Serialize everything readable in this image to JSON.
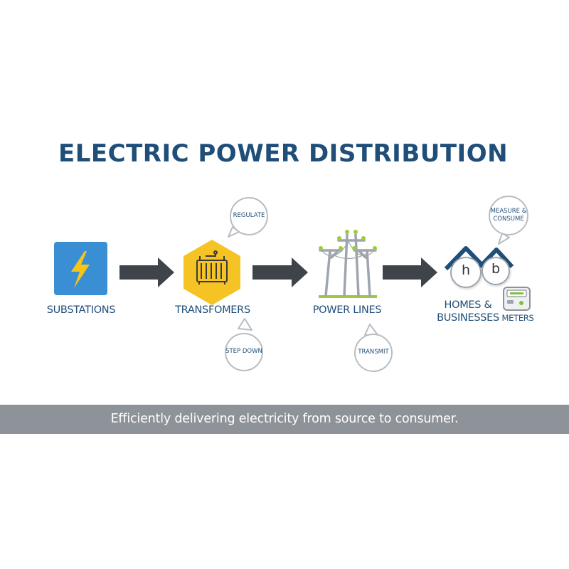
{
  "title": "ELECTRIC POWER DISTRIBUTION",
  "stages": {
    "substations": "SUBSTATIONS",
    "transformers": "TRANSFOMERS",
    "power_lines": "POWER LINES",
    "homes_line1": "HOMES &",
    "homes_line2": "BUSINESSES",
    "meters": "METERS"
  },
  "callouts": {
    "regulate": "REGULATE",
    "step_down": "STEP DOWN",
    "transmit": "TRANSMIT",
    "measure_line1": "MEASURE &",
    "measure_line2": "CONSUME"
  },
  "house_letters": [
    "h",
    "b"
  ],
  "footer": "Efficiently delivering electricity from source to consumer.",
  "colors": {
    "title": "#1f4e79",
    "substation_bg": "#3a8fd4",
    "bolt": "#f5c518",
    "transformer_hex": "#f6c324",
    "arrow": "#3f444a",
    "pole": "#9ea5ad",
    "insulator": "#9ccc3a",
    "roof": "#1f4e79",
    "footer_band": "#8e9399"
  },
  "icons": {
    "substation": "lightning-bolt-icon",
    "transformer": "transformer-icon",
    "power_lines": "utility-pole-icon",
    "homes": "house-icon",
    "meter": "electric-meter-icon"
  }
}
